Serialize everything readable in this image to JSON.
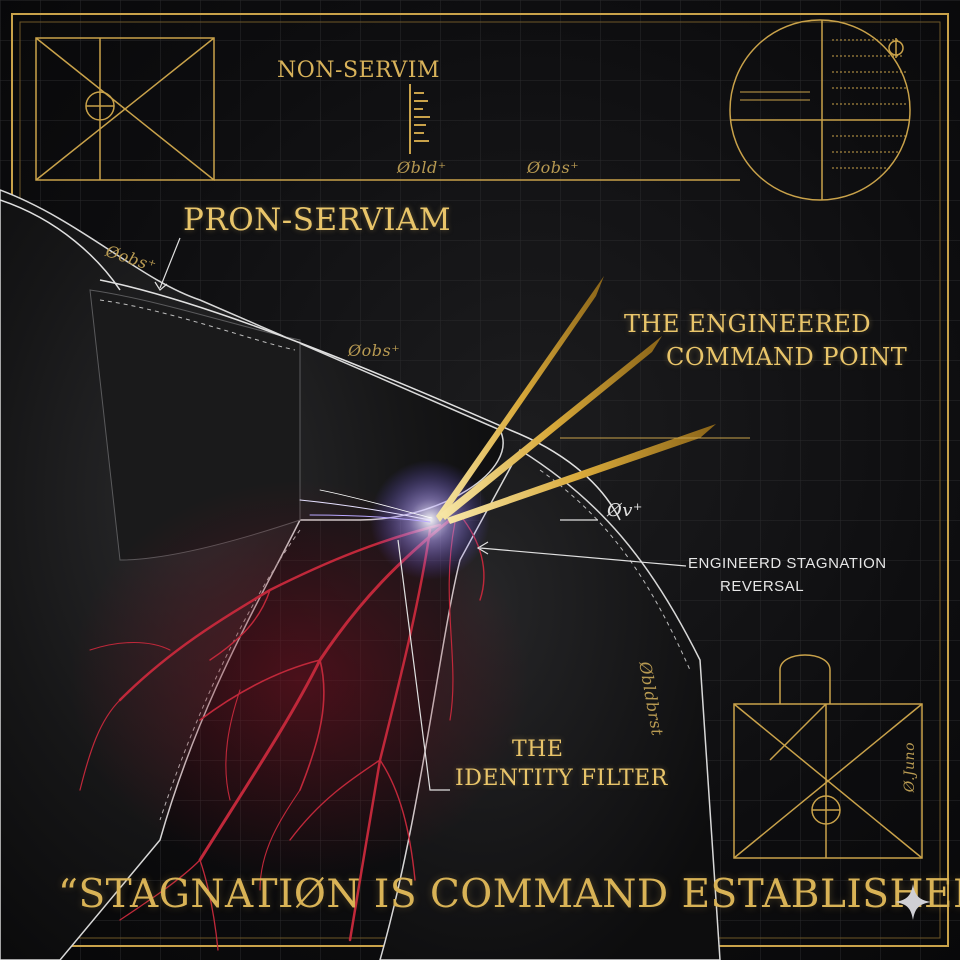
{
  "labels": {
    "non_servim": "NON-SERVIM",
    "pron_serviam": "PRON-SERVIAM",
    "engineered_line1": "THE ENGINEERED",
    "engineered_line2": "COMMAND POINT",
    "stagnation_line1": "ENGINEERD STAGNATION",
    "stagnation_line2": "REVERSAL",
    "identity_line1": "THE",
    "identity_line2": "IDENTITY FILTER"
  },
  "annotations": {
    "obld": "Øbld⁺",
    "obs_top": "Øobs⁺",
    "obs_left": "Øobs⁺",
    "obs_mid": "Øobs⁺",
    "ov": "Øv⁺",
    "obldbrst": "Øbldbrst",
    "ojuno": "Ø.Juno"
  },
  "quote": "“STAGNATIØN IS COMMAND ESTABLISHED.",
  "colors": {
    "gold": "#d8b25a",
    "leather": "#151516",
    "vein_red": "#c0283a"
  },
  "icons": [
    "compass-circle-icon",
    "sparkle-icon",
    "crosshair-icon"
  ]
}
